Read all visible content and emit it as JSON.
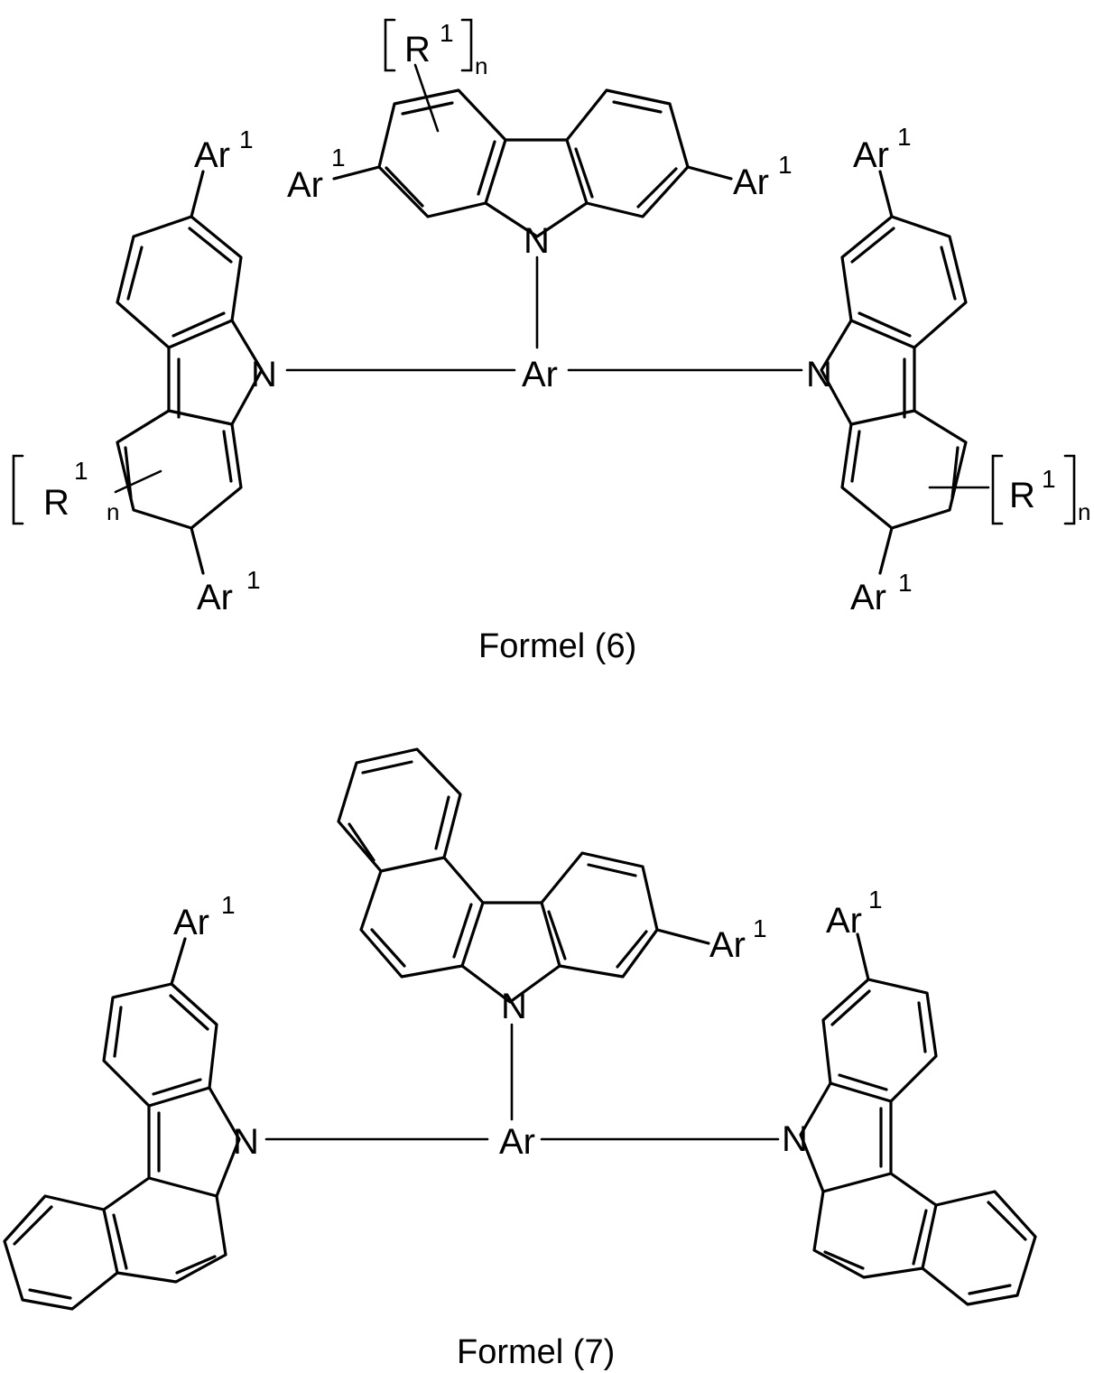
{
  "figure": {
    "formula_6": {
      "caption": "Formel (6)",
      "central_atom": "Ar",
      "nitrogen": "N",
      "substituent": "Ar",
      "substituent_index": "1",
      "r_group": "R",
      "r_group_index": "1",
      "r_group_count": "n"
    },
    "formula_7": {
      "caption": "Formel (7)",
      "central_atom": "Ar",
      "nitrogen": "N",
      "substituent": "Ar",
      "substituent_index": "1"
    }
  }
}
